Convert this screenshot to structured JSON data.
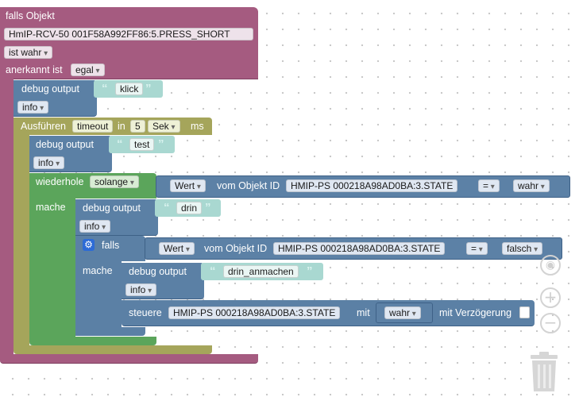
{
  "trigger": {
    "header": "falls Objekt",
    "object_id": "HmIP-RCV-50 001F58A992FF86:5.PRESS_SHORT",
    "condition": "ist wahr",
    "ack_label": "anerkannt ist",
    "ack_value": "egal"
  },
  "debug1": {
    "label": "debug output",
    "text": "klick",
    "level": "info"
  },
  "timeout": {
    "label": "Ausführen",
    "name": "timeout",
    "in_label": "in",
    "value": "5",
    "unit": "Sek",
    "ms_label": "ms"
  },
  "debug2": {
    "label": "debug output",
    "text": "test",
    "level": "info"
  },
  "loop": {
    "label": "wiederhole",
    "mode": "solange",
    "do_label": "mache",
    "cond_value": "Wert",
    "cond_from": "vom Objekt ID",
    "cond_object": "HMIP-PS 000218A98AD0BA:3.STATE",
    "cond_op": "=",
    "cond_compare": "wahr"
  },
  "debug3": {
    "label": "debug output",
    "text": "drin",
    "level": "info"
  },
  "ifblock": {
    "label": "falls",
    "do_label": "mache",
    "cond_value": "Wert",
    "cond_from": "vom Objekt ID",
    "cond_object": "HMIP-PS 000218A98AD0BA:3.STATE",
    "cond_op": "=",
    "cond_compare": "falsch"
  },
  "debug4": {
    "label": "debug output",
    "text": "drin_anmachen",
    "level": "info"
  },
  "control": {
    "label": "steuere",
    "object": "HMIP-PS 000218A98AD0BA:3.STATE",
    "with_label": "mit",
    "value": "wahr",
    "delay_label": "mit Verzögerung"
  },
  "zoom": {
    "reset_icon": "target-icon",
    "in_icon": "+",
    "out_icon": "−"
  },
  "trash": {
    "icon": "trash-icon"
  },
  "colors": {
    "trigger": "#a55b80",
    "debug": "#5b80a5",
    "timeout": "#a5a55b",
    "loop": "#5ba55b",
    "text": "#a9d8d1"
  }
}
